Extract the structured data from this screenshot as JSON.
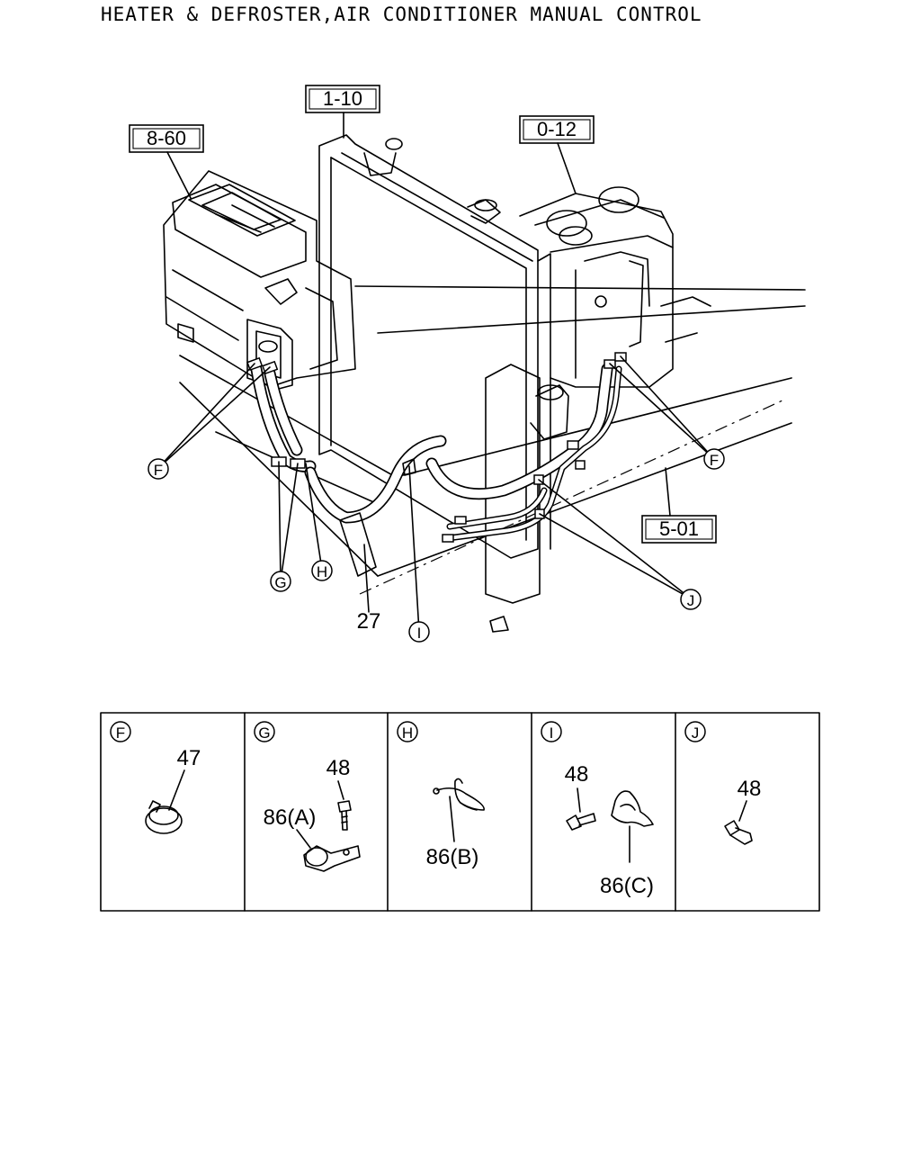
{
  "title": "HEATER & DEFROSTER,AIR CONDITIONER MANUAL CONTROL",
  "refs": {
    "r1": "8-60",
    "r2": "1-10",
    "r3": "0-12",
    "r4": "5-01"
  },
  "callouts": {
    "f_left": "F",
    "f_right": "F",
    "g": "G",
    "h": "H",
    "i": "I",
    "j": "J",
    "part27": "27"
  },
  "detail_panels": [
    {
      "letter": "F",
      "labels": [
        "47"
      ]
    },
    {
      "letter": "G",
      "labels": [
        "48",
        "86(A)"
      ]
    },
    {
      "letter": "H",
      "labels": [
        "86(B)"
      ]
    },
    {
      "letter": "I",
      "labels": [
        "48",
        "86(C)"
      ]
    },
    {
      "letter": "J",
      "labels": [
        "48"
      ]
    }
  ]
}
